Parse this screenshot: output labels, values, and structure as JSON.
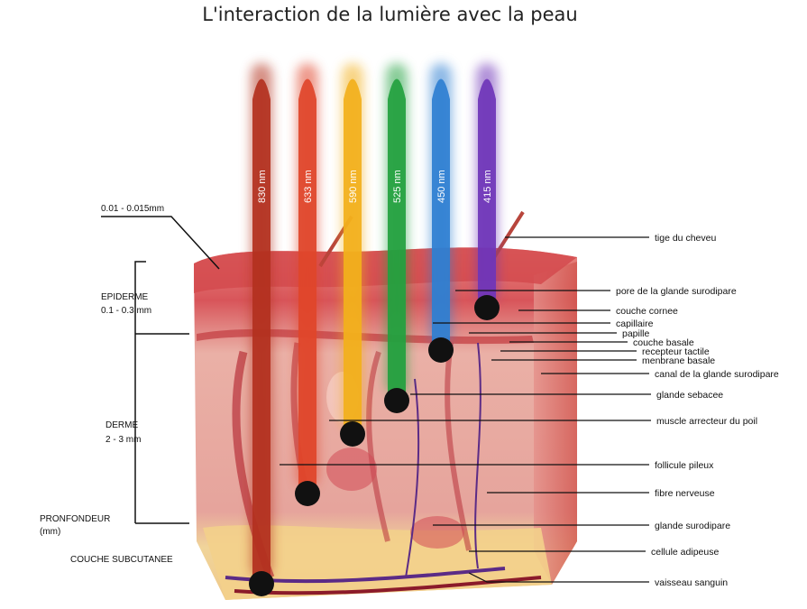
{
  "title": "L'interaction de la lumière avec la peau",
  "wavelengths": [
    {
      "label": "830 nm",
      "color": "#b3311f"
    },
    {
      "label": "633 nm",
      "color": "#e0452a"
    },
    {
      "label": "590 nm",
      "color": "#f2b01c"
    },
    {
      "label": "525 nm",
      "color": "#23a13f"
    },
    {
      "label": "450 nm",
      "color": "#2f7fd1"
    },
    {
      "label": "415 nm",
      "color": "#6f35b8"
    }
  ],
  "left_labels": {
    "thickness": "0.01 - 0.015mm",
    "epiderme": "EPIDERME",
    "epiderme_depth": "0.1 - 0.3 mm",
    "derme": "DERME",
    "derme_depth": "2 - 3 mm",
    "profondeur": "PRONFONDEUR",
    "profondeur_unit": "(mm)",
    "subcutanee": "COUCHE SUBCUTANEE"
  },
  "right_labels": [
    "tige du cheveu",
    "pore de la glande surodipare",
    "couche cornee",
    "capillaire",
    "papille",
    "couche basale",
    "recepteur tactile",
    "menbrane basale",
    "canal de la glande surodipare",
    "glande sebacee",
    "muscle arrecteur du poil",
    "follicule pileux",
    "fibre nerveuse",
    "glande surodipare",
    "cellule adipeuse",
    "vaisseau sanguin"
  ]
}
